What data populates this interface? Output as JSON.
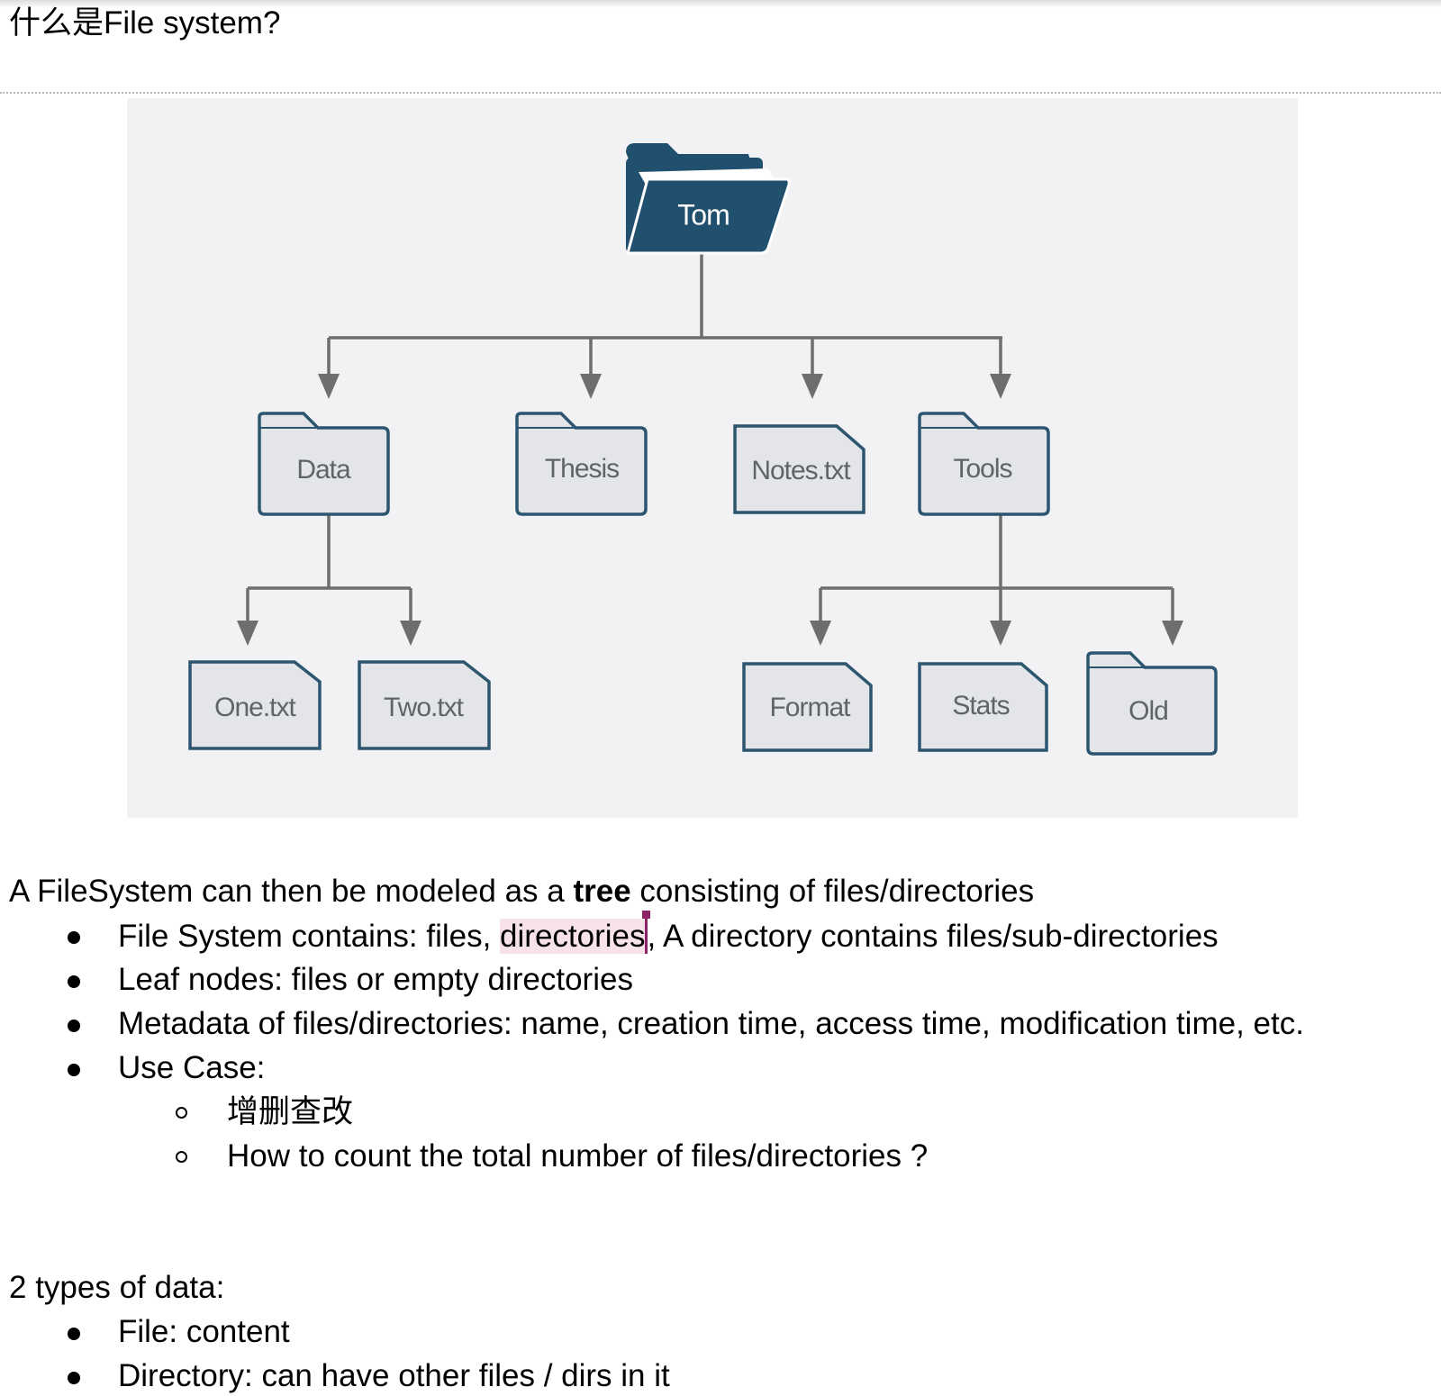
{
  "heading": "什么是File system?",
  "diagram": {
    "root": "Tom",
    "level1": [
      "Data",
      "Thesis",
      "Notes.txt",
      "Tools"
    ],
    "data_children": [
      "One.txt",
      "Two.txt"
    ],
    "tools_children": [
      "Format",
      "Stats",
      "Old"
    ],
    "colors": {
      "root_fill": "#21506e",
      "node_fill": "#e3e5e8",
      "node_stroke": "#2c5570",
      "connector": "#6e6e6e",
      "background": "#f2f2f4"
    }
  },
  "intro": {
    "prefix": "A FileSystem can then be modeled as a ",
    "bold": "tree",
    "suffix": " consisting of files/directories"
  },
  "bullets": {
    "b1_prefix": "File System contains: files, ",
    "b1_highlight": "directories",
    "b1_suffix": ", A directory contains files/sub-directories",
    "b2": "Leaf nodes: files or empty directories",
    "b3": "Metadata of files/directories: name, creation time, access time, modification time, etc.",
    "b4": "Use Case:",
    "sub1": "增删查改",
    "sub2": "How to count the total number of files/directories ?"
  },
  "types": {
    "title": "2 types of data:",
    "items": [
      "File: content",
      "Directory: can have other files / dirs in it"
    ]
  }
}
